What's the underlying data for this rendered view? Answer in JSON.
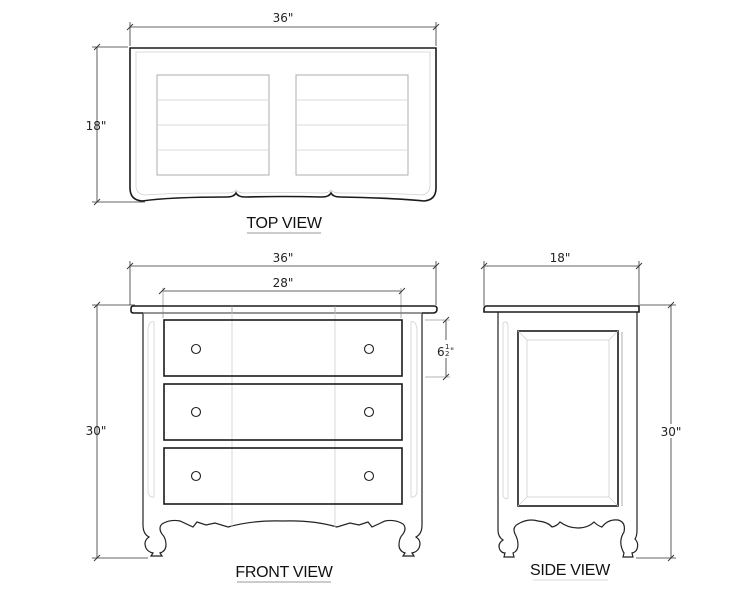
{
  "drawing": {
    "type": "furniture-elevation",
    "subject": "three-drawer chest",
    "views": {
      "top": {
        "label": "TOP VIEW",
        "dimensions": {
          "width": "36\"",
          "depth": "18\""
        }
      },
      "front": {
        "label": "FRONT VIEW",
        "dimensions": {
          "width": "36\"",
          "drawer_width": "28\"",
          "height": "30\"",
          "drawer_height": "6½\""
        },
        "drawer_count": 3,
        "knobs_per_drawer": 2
      },
      "side": {
        "label": "SIDE VIEW",
        "dimensions": {
          "depth": "18\"",
          "height": "30\""
        }
      }
    },
    "colors": {
      "line": "#222222",
      "light_line": "#9a9a9a",
      "background": "#ffffff"
    }
  },
  "labels": {
    "top_width": "36\"",
    "top_depth": "18\"",
    "top_view": "TOP VIEW",
    "front_width": "36\"",
    "front_drawer_width": "28\"",
    "front_height": "30\"",
    "front_drawer_height_whole": "6",
    "front_drawer_height_frac_num": "1",
    "front_drawer_height_frac_den": "2",
    "front_drawer_height_unit": "\"",
    "front_view": "FRONT VIEW",
    "side_depth": "18\"",
    "side_height": "30\"",
    "side_view": "SIDE VIEW"
  }
}
